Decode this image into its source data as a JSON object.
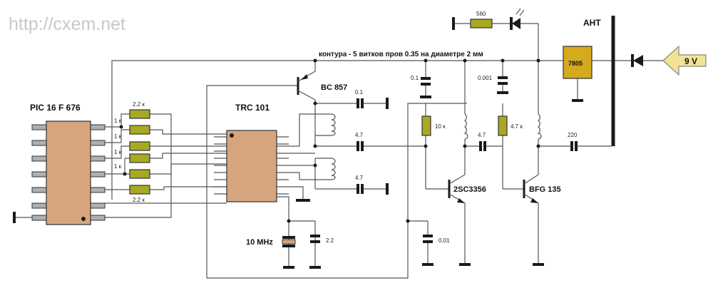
{
  "watermark": "http://cxem.net",
  "labels": {
    "pic": "PIC 16 F 676",
    "trc": "TRC 101",
    "bc857": "BC 857",
    "q2sc": "2SC3356",
    "bfg": "BFG 135",
    "reg7805": "7805",
    "ant": "АНТ",
    "vin": "9 V",
    "xtal": "10 MHz",
    "coil_note": "контура - 5 витков пров 0.35 на диаметре 2 мм"
  },
  "components": {
    "r_top": "2.2 к",
    "r_bot": "2.2 к",
    "r_1k_a": "1 к",
    "r_1k_b": "1 к",
    "r_1k_c": "1 к",
    "r_1k_d": "1 к",
    "r_10k": "10 к",
    "r_4k7": "4.7 к",
    "r_led": "560",
    "c_01_top": "0.1",
    "c_47_a": "4.7",
    "c_47_b": "4.7",
    "c_47_c": "4.7",
    "c_01_dec": "0.1",
    "c_0001": "0.001",
    "c_220": "220",
    "c_001": "0.01",
    "c_22": "2.2"
  }
}
